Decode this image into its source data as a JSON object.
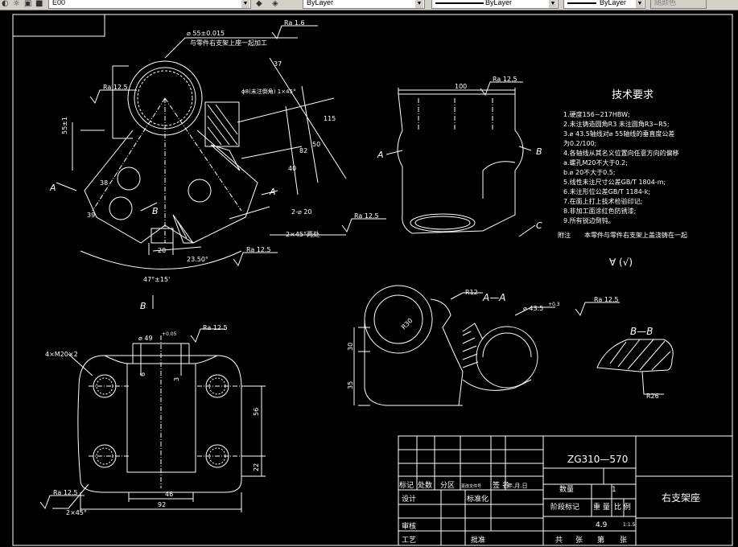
{
  "toolbar": {
    "layer_name": "E00",
    "color_value": "ByLayer",
    "linetype_value": "ByLayer",
    "lineweight_value": "ByLayer",
    "plotstyle_value": "随颜色"
  },
  "drawing": {
    "top_view": {
      "dim_bore": "⌀ 55±0.015",
      "note_machining": "与零件右支架上座一起加工",
      "rough_top": "Ra 1.6",
      "rough_left": "Ra 12.5",
      "rough_right": "Ra 12.5",
      "rough_bottom": "Ra 12.5",
      "dim_37": "37",
      "dim_115": "115",
      "dim_50_right": "50",
      "dim_82": "82",
      "dim_40": "40",
      "dim_55": "55±1",
      "dim_38": "38",
      "dim_39": "39",
      "dim_20": "20",
      "dim_23_50": "23.50°",
      "dim_47": "47°±15'",
      "dim_hole_20": "2-⌀ 20",
      "chamfer_note": "2×45°两处",
      "label_a_left": "A",
      "label_a_right": "A",
      "label_b_mid": "B",
      "label_b_bottom": "B",
      "garbled_note": "ϕ8(未注倒角) 1×45°"
    },
    "side_view": {
      "dim_100": "100",
      "rough": "Ra 12.5",
      "label_a": "A",
      "label_b": "B",
      "label_c": "C"
    },
    "tech_req": {
      "title": "技术要求",
      "items": [
        "1.硬度156~217HBW;",
        "2.未注铸造圆角R3 未注圆角R3~R5;",
        "3.⌀ 43.5轴线对⌀ 55轴线的垂直度公差",
        "     为0.2/100;",
        "4.各轴线从其名义位置向任意方向的偏移",
        "  a.螺孔M20不大于0.2;",
        "  b.⌀ 20不大于0.5;",
        "5.线性未注尺寸公差GB/T 1804-m;",
        "6.未注形位公差GB/T 1184-k;",
        "7.在面上打上技术检验印记;",
        "8.非加工面涂红色防锈漆;",
        "9.所有锐边倒钝。"
      ],
      "note_label": "附注",
      "note_text": "本零件与零件右支架上盖浇铸在一起",
      "rough_symbol": "∀ (√)"
    },
    "section_aa": {
      "title": "A—A",
      "r12": "R12",
      "r30": "R30",
      "dim_435": "⌀ 43.5",
      "tol": "+0.3",
      "dim_30": "30",
      "dim_35": "35",
      "rough": "Ra 12.5"
    },
    "section_bb": {
      "title": "B—B",
      "r26": "R26"
    },
    "front_view": {
      "thread": "4×M20×2",
      "dim_49": "⌀ 49",
      "tol": "+0.05",
      "rough": "Ra 12.5",
      "rough_bl": "Ra 12.5",
      "chamfer": "2×45°",
      "dim_6": "6",
      "dim_3": "3",
      "dim_56": "56",
      "dim_22": "22",
      "dim_46": "46",
      "dim_92": "92"
    },
    "title_block": {
      "part_no": "ZG310—570",
      "part_name": "右支架座",
      "h_mark": "标记",
      "h_count": "处数",
      "h_zone": "分区",
      "h_doc": "更改文件号",
      "h_sign": "签 名",
      "h_date": "年.月.日",
      "design": "设计",
      "standard": "标准化",
      "review": "审核",
      "process": "工艺",
      "approve": "批准",
      "qty_label": "数量",
      "qty_value": "1",
      "stage": "阶段标记",
      "weight": "重 量",
      "scale": "比 例",
      "weight_value": "4.9",
      "scale_value": "1:1.5",
      "total": "共",
      "sheets": "张",
      "sheet_no": "第",
      "sheet_unit": "张"
    }
  }
}
